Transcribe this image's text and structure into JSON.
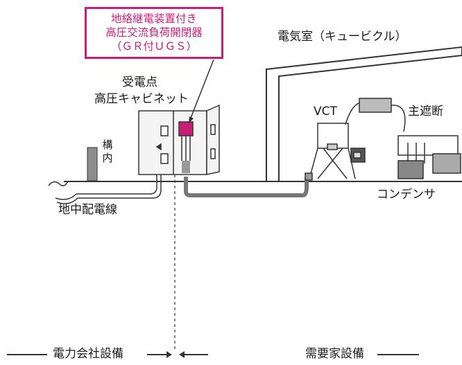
{
  "callout": {
    "line1": "地絡継電装置付き",
    "line2": "高圧交流負荷開閉器",
    "line3": "（ＧＲ付ＵＧＳ）"
  },
  "cabinet_label": {
    "line1": "受電点",
    "line2": "高圧キャビネット"
  },
  "building_label": "電気室（キュービクル）",
  "labels": {
    "vct": "VCT",
    "main_breaker": "主遮断",
    "condenser": "コンデンサ",
    "premises_char1": "構",
    "premises_char2": "内",
    "underground_line": "地中配電線"
  },
  "bottom": {
    "utility": "電力会社設備",
    "customer": "需要家設備"
  },
  "colors": {
    "accent": "#c81e78",
    "line": "#333333",
    "gray_fill": "#8c8c8c",
    "conduit": "#777777"
  }
}
